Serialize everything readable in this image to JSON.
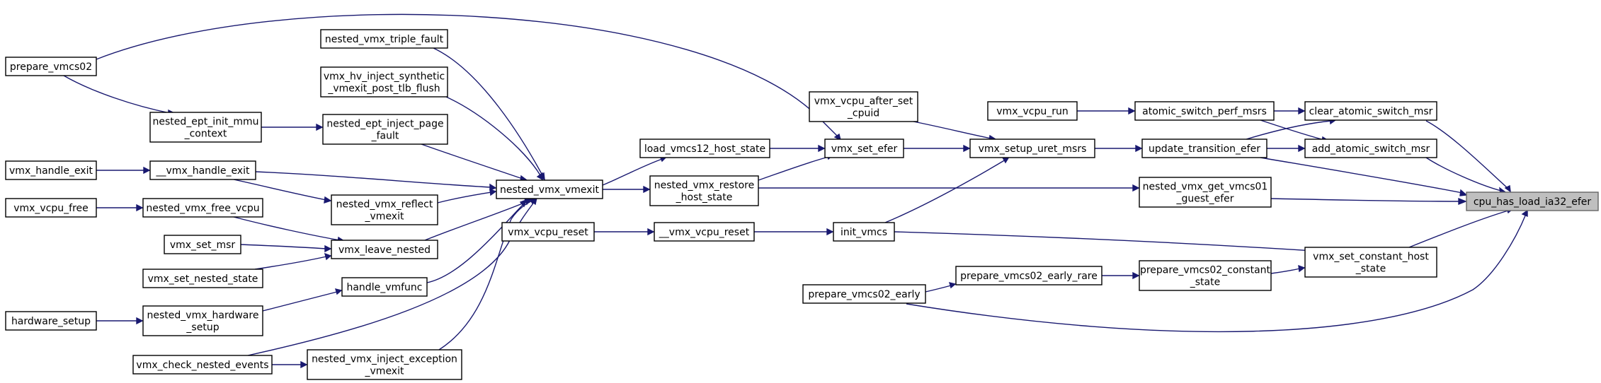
{
  "graph": {
    "direction": "right-to-left",
    "colors": {
      "edge": "#191970",
      "node_border": "#000000",
      "root_fill": "#bfbfbf",
      "root_border": "#666666",
      "background": "#ffffff"
    },
    "nodes": [
      {
        "id": "cpu_has_load",
        "lines": [
          "cpu_has_load_ia32_efer"
        ],
        "root": true
      },
      {
        "id": "clear_atomic",
        "lines": [
          "clear_atomic_switch_msr"
        ]
      },
      {
        "id": "add_atomic",
        "lines": [
          "add_atomic_switch_msr"
        ]
      },
      {
        "id": "get_vmcs01",
        "lines": [
          "nested_vmx_get_vmcs01",
          "_guest_efer"
        ]
      },
      {
        "id": "set_const_host",
        "lines": [
          "vmx_set_constant_host",
          "_state"
        ]
      },
      {
        "id": "atomic_perf",
        "lines": [
          "atomic_switch_perf_msrs"
        ]
      },
      {
        "id": "update_trans",
        "lines": [
          "update_transition_efer"
        ]
      },
      {
        "id": "prep_const",
        "lines": [
          "prepare_vmcs02_constant",
          "_state"
        ]
      },
      {
        "id": "vcpu_run",
        "lines": [
          "vmx_vcpu_run"
        ]
      },
      {
        "id": "setup_uret",
        "lines": [
          "vmx_setup_uret_msrs"
        ]
      },
      {
        "id": "prep_early_rare",
        "lines": [
          "prepare_vmcs02_early_rare"
        ]
      },
      {
        "id": "prep_early",
        "lines": [
          "prepare_vmcs02_early"
        ]
      },
      {
        "id": "after_cpuid",
        "lines": [
          "vmx_vcpu_after_set",
          "_cpuid"
        ]
      },
      {
        "id": "set_efer",
        "lines": [
          "vmx_set_efer"
        ]
      },
      {
        "id": "init_vmcs",
        "lines": [
          "init_vmcs"
        ]
      },
      {
        "id": "load_host",
        "lines": [
          "load_vmcs12_host_state"
        ]
      },
      {
        "id": "restore_host",
        "lines": [
          "nested_vmx_restore",
          "_host_state"
        ]
      },
      {
        "id": "vcpu_reset_",
        "lines": [
          "__vmx_vcpu_reset"
        ]
      },
      {
        "id": "vcpu_reset",
        "lines": [
          "vmx_vcpu_reset"
        ]
      },
      {
        "id": "vmexit",
        "lines": [
          "nested_vmx_vmexit"
        ]
      },
      {
        "id": "triple",
        "lines": [
          "nested_vmx_triple_fault"
        ]
      },
      {
        "id": "hv_inject",
        "lines": [
          "vmx_hv_inject_synthetic",
          "_vmexit_post_tlb_flush"
        ]
      },
      {
        "id": "ept_fault",
        "lines": [
          "nested_ept_inject_page",
          "_fault"
        ]
      },
      {
        "id": "handle_exit_",
        "lines": [
          "__vmx_handle_exit"
        ]
      },
      {
        "id": "reflect",
        "lines": [
          "nested_vmx_reflect",
          "_vmexit"
        ]
      },
      {
        "id": "leave",
        "lines": [
          "vmx_leave_nested"
        ]
      },
      {
        "id": "vmfunc",
        "lines": [
          "handle_vmfunc"
        ]
      },
      {
        "id": "inject_exc",
        "lines": [
          "nested_vmx_inject_exception",
          "_vmexit"
        ]
      },
      {
        "id": "prep02",
        "lines": [
          "prepare_vmcs02"
        ]
      },
      {
        "id": "ept_init",
        "lines": [
          "nested_ept_init_mmu",
          "_context"
        ]
      },
      {
        "id": "handle_exit",
        "lines": [
          "vmx_handle_exit"
        ]
      },
      {
        "id": "vcpu_free",
        "lines": [
          "vmx_vcpu_free"
        ]
      },
      {
        "id": "free_vcpu",
        "lines": [
          "nested_vmx_free_vcpu"
        ]
      },
      {
        "id": "set_msr",
        "lines": [
          "vmx_set_msr"
        ]
      },
      {
        "id": "set_nested",
        "lines": [
          "vmx_set_nested_state"
        ]
      },
      {
        "id": "hw_setup",
        "lines": [
          "hardware_setup"
        ]
      },
      {
        "id": "hw_setup_n",
        "lines": [
          "nested_vmx_hardware",
          "_setup"
        ]
      },
      {
        "id": "check_events",
        "lines": [
          "vmx_check_nested_events"
        ]
      }
    ]
  }
}
